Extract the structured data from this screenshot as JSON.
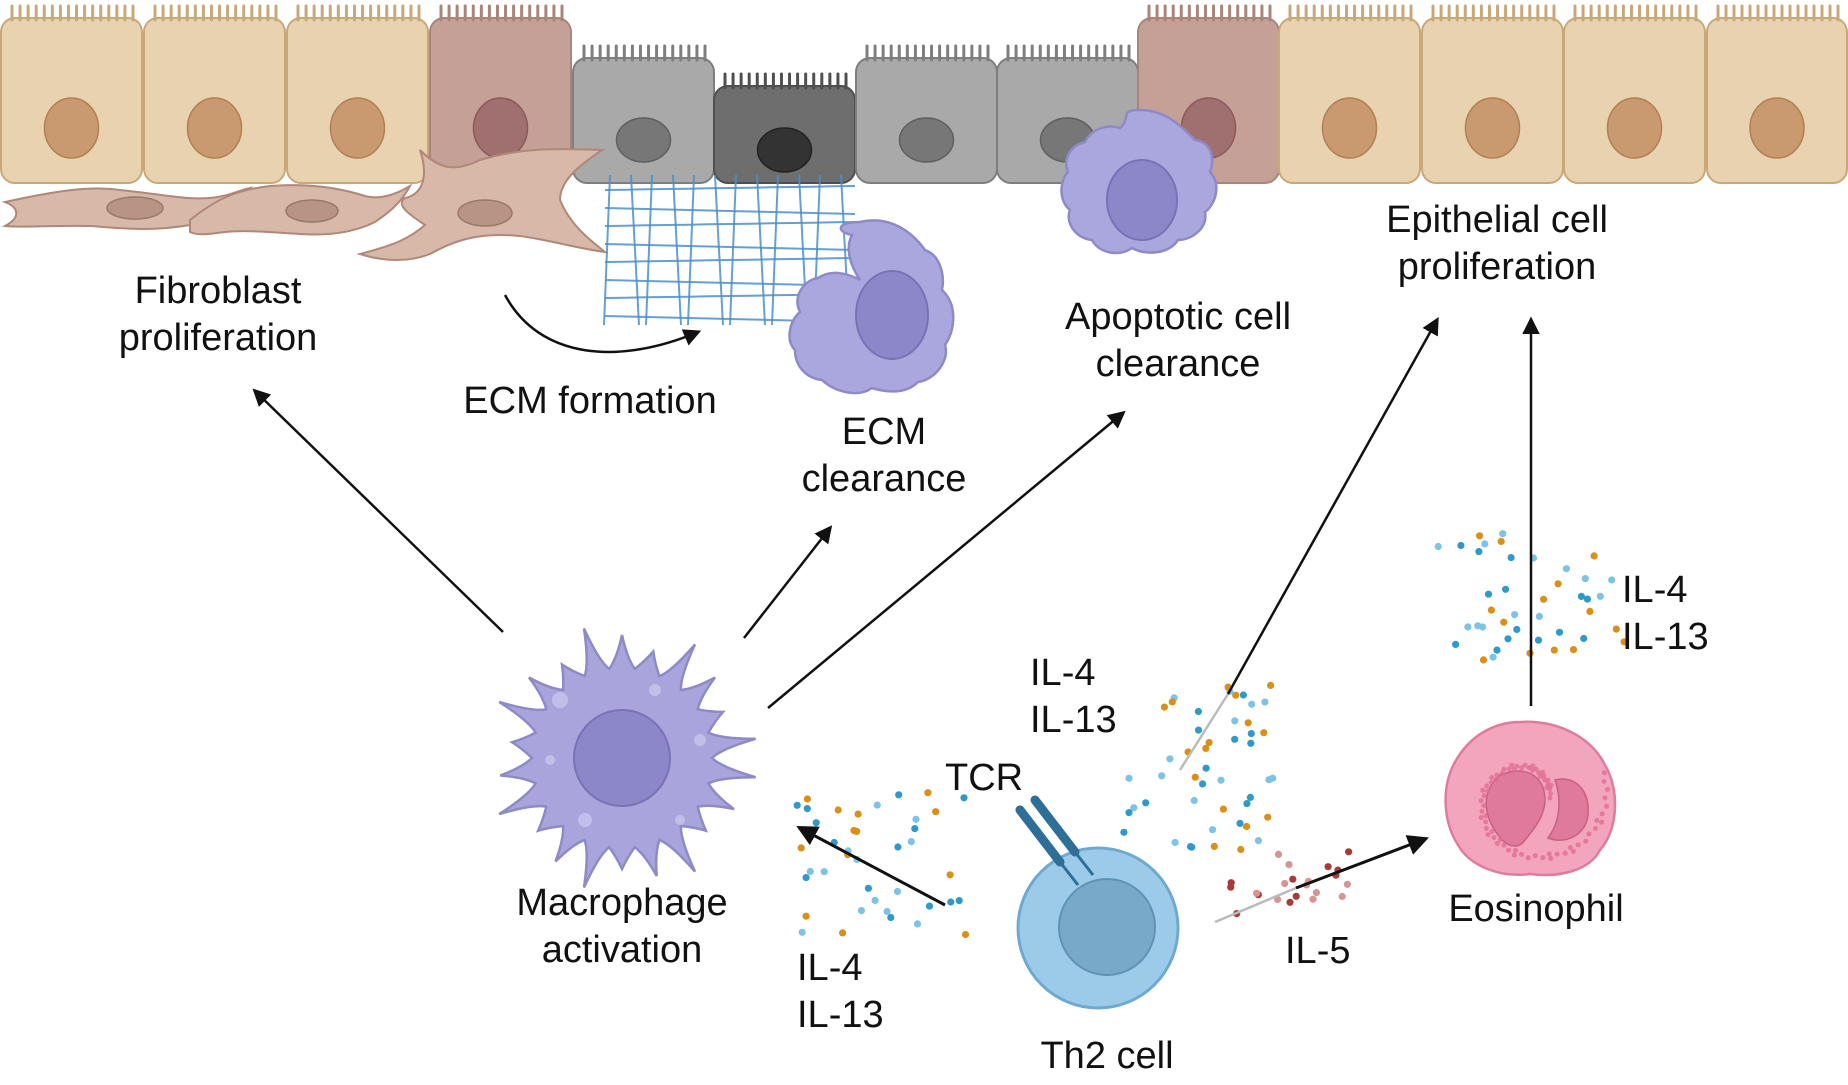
{
  "labels": {
    "fibroblast": [
      "Fibroblast",
      "proliferation"
    ],
    "ecm_formation": "ECM formation",
    "ecm_clearance": [
      "ECM",
      "clearance"
    ],
    "apoptotic": [
      "Apoptotic cell",
      "clearance"
    ],
    "epithelial": [
      "Epithelial cell",
      "proliferation"
    ],
    "macrophage": [
      "Macrophage",
      "activation"
    ],
    "th2": "Th2 cell",
    "tcr": "TCR",
    "eosinophil": "Eosinophil",
    "il4_left": "IL-4",
    "il13_left": "IL-13",
    "il4_mid": "IL-4",
    "il13_mid": "IL-13",
    "il4_right": "IL-4",
    "il13_right": "IL-13",
    "il5": "IL-5"
  },
  "colors": {
    "epithelial_healthy": "#e8d2b0",
    "epithelial_nucleus": "#c99a70",
    "epithelial_damaged": "#c4a096",
    "epithelial_dead_light": "#a9a9a9",
    "epithelial_dead_dark": "#6e6e6e",
    "fibroblast": "#d8b8a8",
    "ecm_mesh": "#4a8fc9",
    "macrophage": "#a9a4dc",
    "macrophage_nucleus": "#8b87c8",
    "th2_cell": "#9ccbea",
    "th2_nucleus": "#78a9c8",
    "tcr": "#2d6f96",
    "eosinophil": "#f2a5bd",
    "eosinophil_nucleus": "#e07a9c",
    "il4_il13_dots": [
      "#2f9ac9",
      "#d9901a",
      "#7cc3e6"
    ],
    "il5_dots": [
      "#a83a3a",
      "#d89494"
    ],
    "arrow": "#111111"
  }
}
